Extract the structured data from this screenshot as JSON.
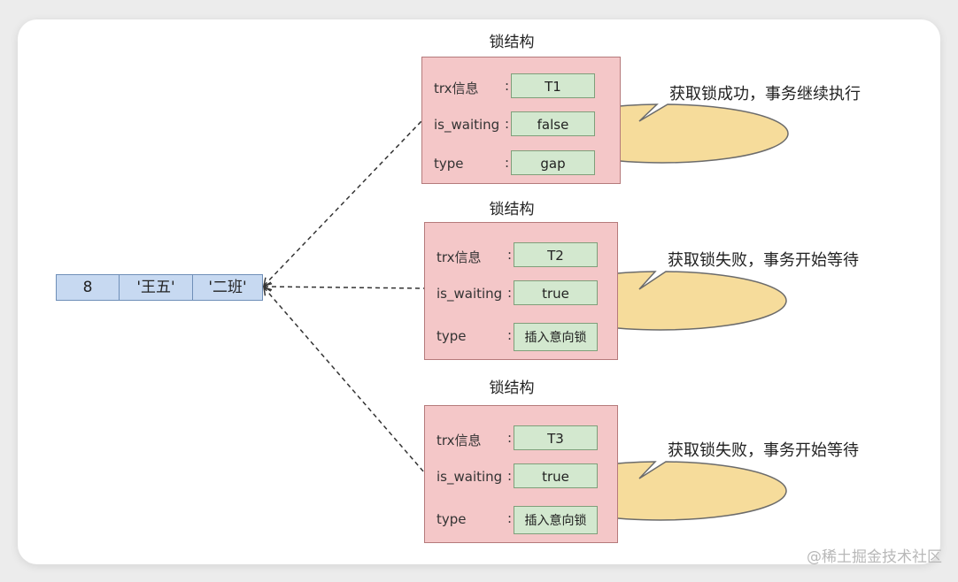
{
  "record": [
    "8",
    "'王五'",
    "'二班'"
  ],
  "locks": [
    {
      "title": "锁结构",
      "rows": [
        {
          "label": "trx信息",
          "value": "T1"
        },
        {
          "label": "is_waiting",
          "value": "false"
        },
        {
          "label": "type",
          "value": "gap"
        }
      ],
      "bubble": "获取锁成功，事务继续执行"
    },
    {
      "title": "锁结构",
      "rows": [
        {
          "label": "trx信息",
          "value": "T2"
        },
        {
          "label": "is_waiting",
          "value": "true"
        },
        {
          "label": "type",
          "value": "插入意向锁"
        }
      ],
      "bubble": "获取锁失败，事务开始等待"
    },
    {
      "title": "锁结构",
      "rows": [
        {
          "label": "trx信息",
          "value": "T3"
        },
        {
          "label": "is_waiting",
          "value": "true"
        },
        {
          "label": "type",
          "value": "插入意向锁"
        }
      ],
      "bubble": "获取锁失败，事务开始等待"
    }
  ],
  "colon": ":",
  "colors": {
    "record_fill": "#c7d9f1",
    "lock_fill": "#f4c7c8",
    "value_fill": "#d3e8cf",
    "bubble_fill": "#f6dc9b"
  },
  "watermark": "@稀土掘金技术社区"
}
